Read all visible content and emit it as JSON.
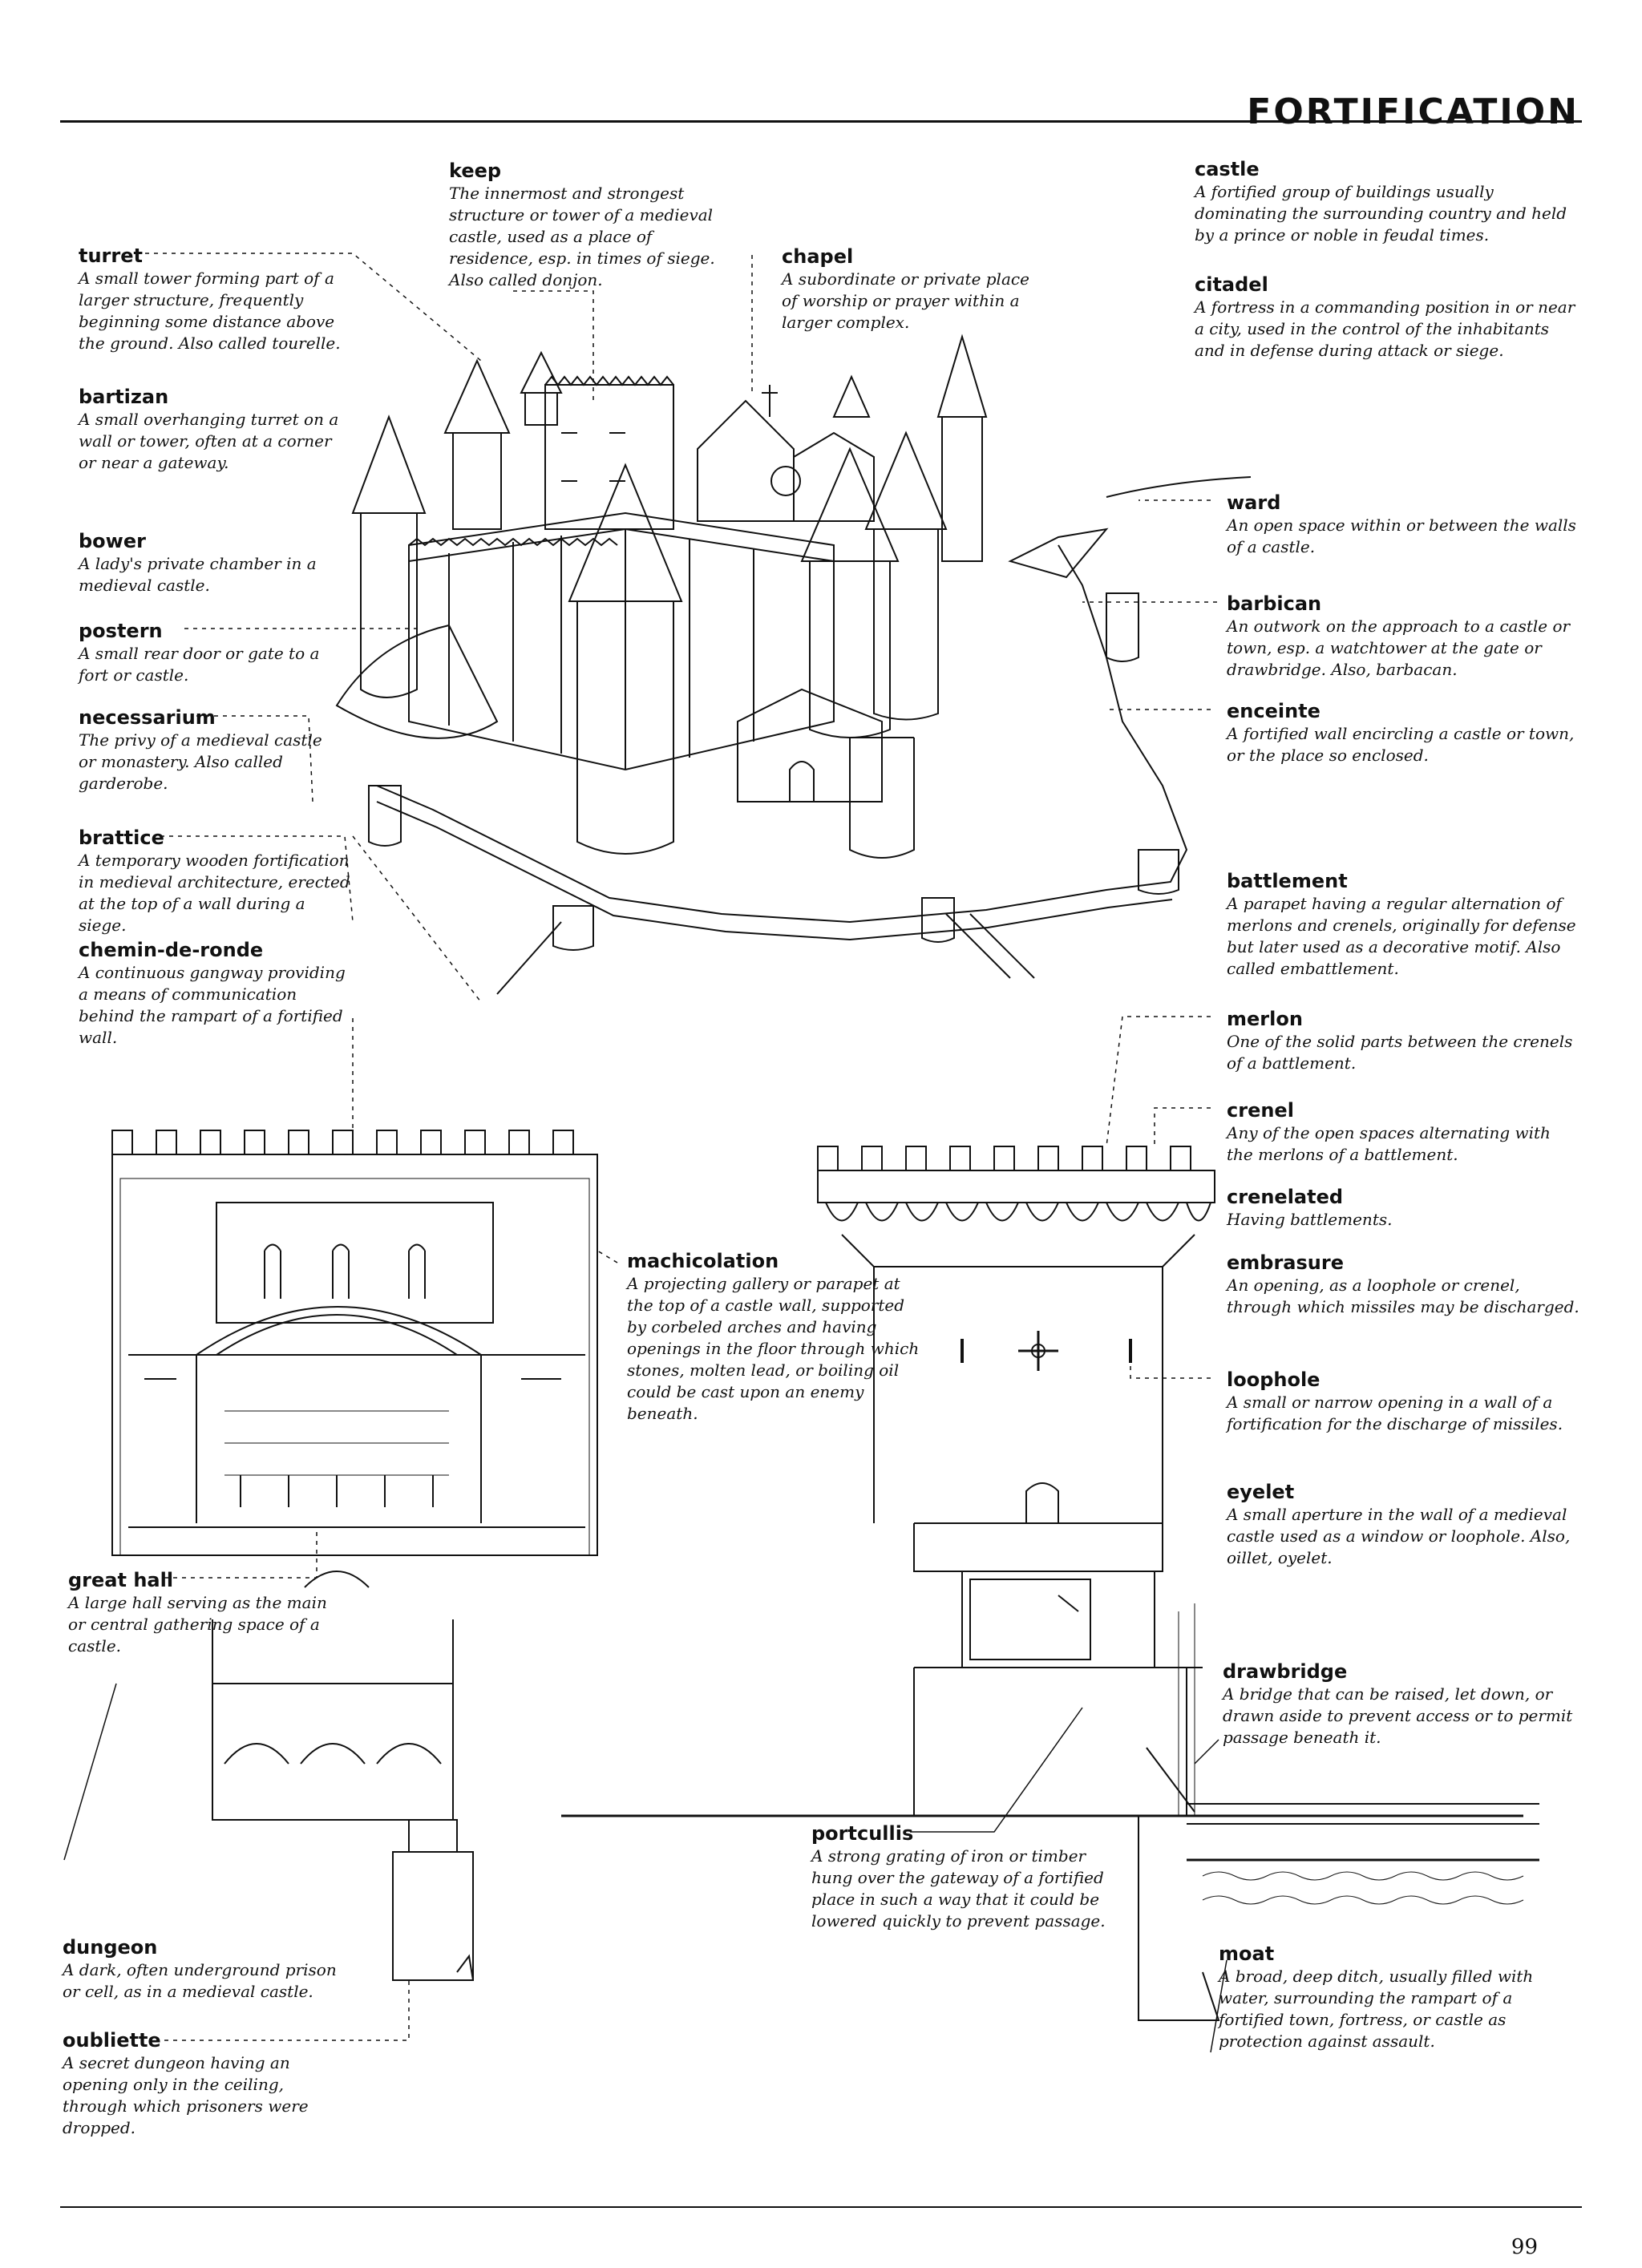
{
  "header": {
    "title": "FORTIFICATION"
  },
  "footer": {
    "page_number": "99"
  },
  "terms": {
    "turret": {
      "term": "turret",
      "definition": "A small tower forming part of a larger structure, frequently beginning some distance above the ground. Also called tourelle."
    },
    "bartizan": {
      "term": "bartizan",
      "definition": "A small overhanging turret on a wall or tower, often at a corner or near a gateway."
    },
    "bower": {
      "term": "bower",
      "definition": "A lady's private chamber in a medieval castle."
    },
    "postern": {
      "term": "postern",
      "definition": "A small rear door or gate to a fort or castle."
    },
    "necessarium": {
      "term": "necessarium",
      "definition": "The privy of a medieval castle or monastery. Also called garderobe."
    },
    "brattice": {
      "term": "brattice",
      "definition": "A temporary wooden fortification in medieval architecture, erected at the top of a wall during a siege."
    },
    "chemin_de_ronde": {
      "term": "chemin-de-ronde",
      "definition": "A continuous gangway providing a means of communication behind the rampart of a fortified wall."
    },
    "keep": {
      "term": "keep",
      "definition": "The innermost and strongest structure or tower of a medieval castle, used as a place of residence, esp. in times of siege. Also called donjon."
    },
    "chapel": {
      "term": "chapel",
      "definition": "A subordinate or private place of worship or prayer within a larger complex."
    },
    "castle": {
      "term": "castle",
      "definition": "A fortified group of buildings usually dominating the surrounding country and held by a prince or noble in feudal times."
    },
    "citadel": {
      "term": "citadel",
      "definition": "A fortress in a commanding position in or near a city, used in the control of the inhabitants and in defense during attack or siege."
    },
    "ward": {
      "term": "ward",
      "definition": "An open space within or between the walls of a castle."
    },
    "barbican": {
      "term": "barbican",
      "definition": "An outwork on the approach to a castle or town, esp. a watchtower at the gate or drawbridge. Also, barbacan."
    },
    "enceinte": {
      "term": "enceinte",
      "definition": "A fortified wall encircling a castle or town, or the place so enclosed."
    },
    "battlement": {
      "term": "battlement",
      "definition": "A parapet having a regular alternation of merlons and crenels, originally for defense but later used as a decorative motif. Also called embattlement."
    },
    "merlon": {
      "term": "merlon",
      "definition": "One of the solid parts between the crenels of a battlement."
    },
    "crenel": {
      "term": "crenel",
      "definition": "Any of the open spaces alternating with the merlons of a battlement."
    },
    "crenelated": {
      "term": "crenelated",
      "definition": "Having battlements."
    },
    "embrasure": {
      "term": "embrasure",
      "definition": "An opening, as a loophole or crenel, through which missiles may be discharged."
    },
    "loophole": {
      "term": "loophole",
      "definition": "A small or narrow opening in a wall of a fortification for the discharge of missiles."
    },
    "eyelet": {
      "term": "eyelet",
      "definition": "A small aperture in the wall of a medieval castle used as a window or loophole. Also, oillet, oyelet."
    },
    "machicolation": {
      "term": "machicolation",
      "definition": "A projecting gallery or parapet at the top of a castle wall, supported by corbeled arches and having openings in the floor through which stones, molten lead, or boiling oil could be cast upon an enemy beneath."
    },
    "great_hall": {
      "term": "great hall",
      "definition": "A large hall serving as the main or central gathering space of a castle."
    },
    "drawbridge": {
      "term": "drawbridge",
      "definition": "A bridge that can be raised, let down, or drawn aside to prevent access or to permit passage beneath it."
    },
    "portcullis": {
      "term": "portcullis",
      "definition": "A strong grating of iron or timber hung over the gateway of a fortified place in such a way that it could be lowered quickly to prevent passage."
    },
    "moat": {
      "term": "moat",
      "definition": "A broad, deep ditch, usually filled with water, surrounding the rampart of a fortified town, fortress, or castle as protection against assault."
    },
    "dungeon": {
      "term": "dungeon",
      "definition": "A dark, often underground prison or cell, as in a medieval castle."
    },
    "oubliette": {
      "term": "oubliette",
      "definition": "A secret dungeon having an opening only in the ceiling, through which prisoners were dropped."
    }
  },
  "illustrations": {
    "castle_view": {
      "icon": "castle-perspective-drawing"
    },
    "section_left": {
      "icon": "castle-section-drawing"
    },
    "gatehouse": {
      "icon": "gatehouse-section-drawing"
    }
  }
}
